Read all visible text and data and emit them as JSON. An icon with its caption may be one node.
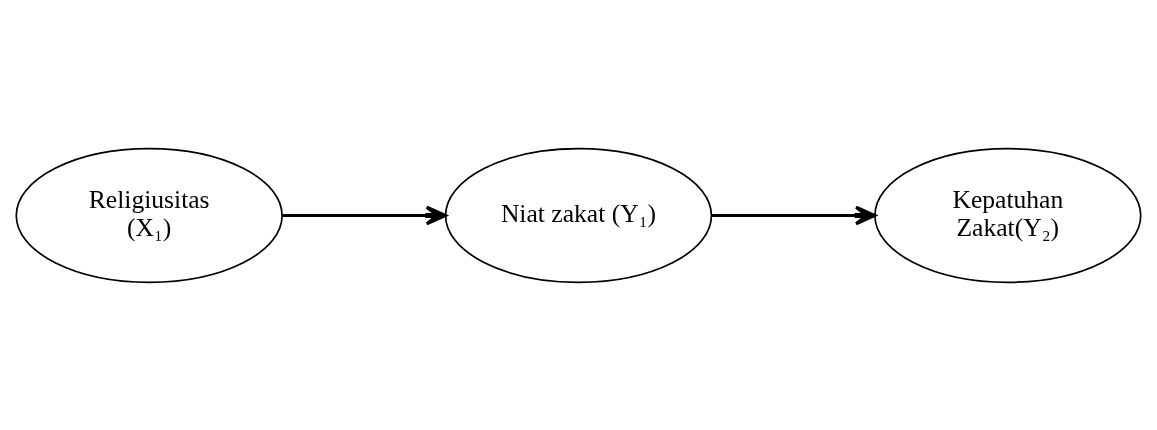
{
  "diagram": {
    "nodes": [
      {
        "text": [
          "Religiusitas (X₁)"
        ]
      },
      {
        "text": [
          "Niat zakat (Y₁)"
        ]
      },
      {
        "text": [
          "Kepatuhan Zakat(Y₂)"
        ]
      }
    ],
    "edges": [
      {
        "from": 0,
        "to": 1,
        "arrow": "to"
      },
      {
        "from": 1,
        "to": 2,
        "arrow": "to"
      }
    ]
  }
}
